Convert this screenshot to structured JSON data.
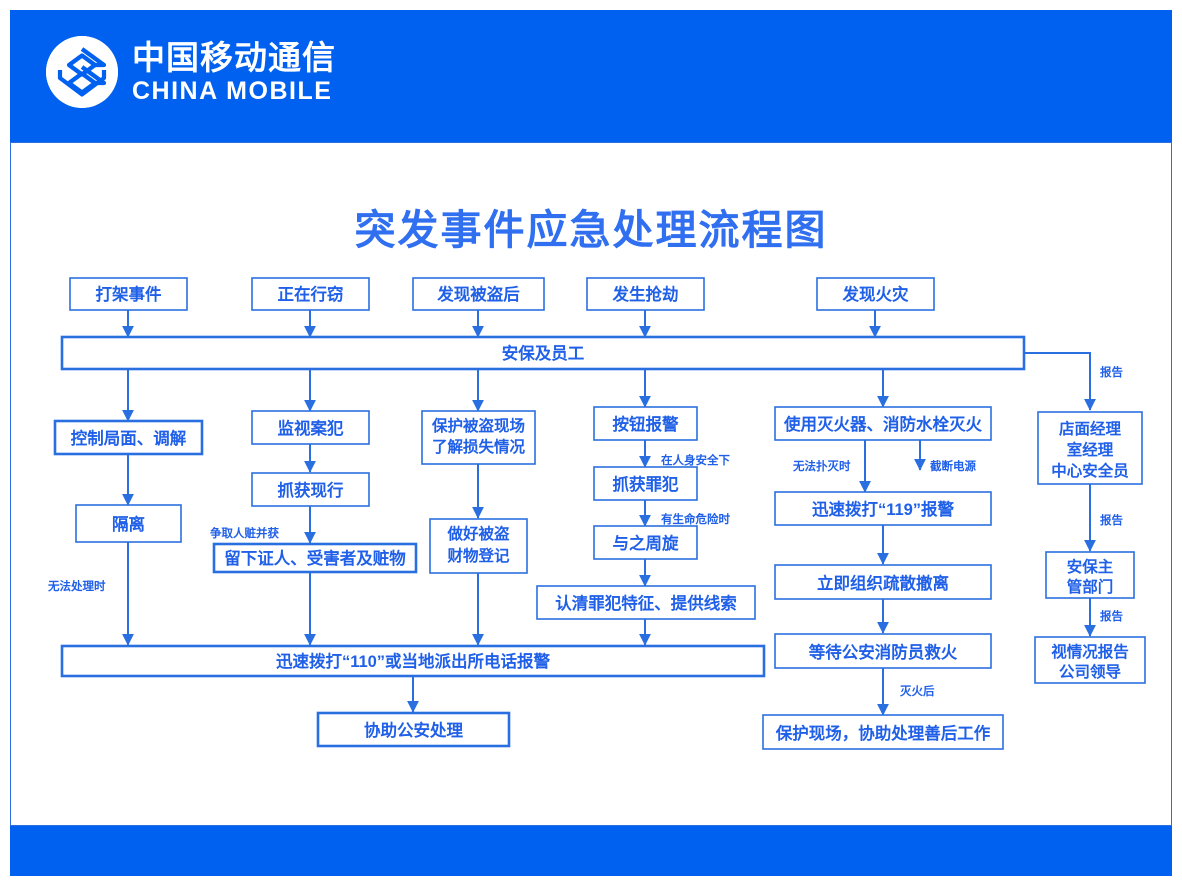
{
  "brand": {
    "name_cn": "中国移动通信",
    "name_en": "CHINA MOBILE",
    "logo_icon": "china-mobile-logo-icon",
    "band_color": "#0060f0"
  },
  "title": "突发事件应急处理流程图",
  "accent_color": "#2060e8",
  "chart_data": {
    "type": "diagram",
    "title": "突发事件应急处理流程图",
    "nodes": [
      {
        "id": "n1",
        "label": "打架事件"
      },
      {
        "id": "n2",
        "label": "正在行窃"
      },
      {
        "id": "n3",
        "label": "发现被盗后"
      },
      {
        "id": "n4",
        "label": "发生抢劫"
      },
      {
        "id": "n5",
        "label": "发现火灾"
      },
      {
        "id": "hub",
        "label": "安保及员工"
      },
      {
        "id": "a1",
        "label": "控制局面、调解"
      },
      {
        "id": "a2",
        "label": "隔离"
      },
      {
        "id": "b1",
        "label": "监视案犯"
      },
      {
        "id": "b2",
        "label": "抓获现行"
      },
      {
        "id": "b3",
        "label": "留下证人、受害者及赃物"
      },
      {
        "id": "c1",
        "label": "保护被盗现场\n了解损失情况",
        "line1": "保护被盗现场",
        "line2": "了解损失情况"
      },
      {
        "id": "c2",
        "label": "做好被盗\n财物登记",
        "line1": "做好被盗",
        "line2": "财物登记"
      },
      {
        "id": "d1",
        "label": "按钮报警"
      },
      {
        "id": "d2",
        "label": "抓获罪犯"
      },
      {
        "id": "d3",
        "label": "与之周旋"
      },
      {
        "id": "d4",
        "label": "认清罪犯特征、提供线索"
      },
      {
        "id": "e1",
        "label": "使用灭火器、消防水栓灭火"
      },
      {
        "id": "e2",
        "label": "迅速拨打“119”报警"
      },
      {
        "id": "e3",
        "label": "立即组织疏散撤离"
      },
      {
        "id": "e4",
        "label": "等待公安消防员救火"
      },
      {
        "id": "e5",
        "label": "保护现场，协助处理善后工作"
      },
      {
        "id": "f1",
        "label": "店面经理\n室经理\n中心安全员",
        "line1": "店面经理",
        "line2": "室经理",
        "line3": "中心安全员"
      },
      {
        "id": "f2",
        "label": "安保主\n管部门",
        "line1": "安保主",
        "line2": "管部门"
      },
      {
        "id": "f3",
        "label": "视情况报告\n公司领导",
        "line1": "视情况报告",
        "line2": "公司领导"
      },
      {
        "id": "g1",
        "label": "迅速拨打“110”或当地派出所电话报警"
      },
      {
        "id": "g2",
        "label": "协助公安处理"
      }
    ],
    "edge_labels": [
      {
        "id": "el1",
        "text": "报告",
        "from": "hub",
        "to": "f1"
      },
      {
        "id": "el2",
        "text": "报告",
        "from": "f1",
        "to": "f2"
      },
      {
        "id": "el3",
        "text": "报告",
        "from": "f2",
        "to": "f3"
      },
      {
        "id": "el4",
        "text": "无法处理时",
        "from": "a2",
        "to": "g1"
      },
      {
        "id": "el5",
        "text": "争取人赃并获",
        "from": "b2",
        "to": "b3"
      },
      {
        "id": "el6",
        "text": "在人身安全下",
        "from": "d1",
        "to": "d2"
      },
      {
        "id": "el7",
        "text": "有生命危险时",
        "from": "d2",
        "to": "d3"
      },
      {
        "id": "el8",
        "text": "无法扑灭时",
        "from": "e1",
        "to": "e2"
      },
      {
        "id": "el9",
        "text": "截断电源",
        "from": "e1",
        "to": "e2"
      },
      {
        "id": "el10",
        "text": "灭火后",
        "from": "e4",
        "to": "e5"
      }
    ],
    "edges": [
      {
        "from": "n1",
        "to": "hub"
      },
      {
        "from": "n2",
        "to": "hub"
      },
      {
        "from": "n3",
        "to": "hub"
      },
      {
        "from": "n4",
        "to": "hub"
      },
      {
        "from": "n5",
        "to": "hub"
      },
      {
        "from": "hub",
        "to": "a1"
      },
      {
        "from": "hub",
        "to": "b1"
      },
      {
        "from": "hub",
        "to": "c1"
      },
      {
        "from": "hub",
        "to": "d1"
      },
      {
        "from": "hub",
        "to": "e1"
      },
      {
        "from": "hub",
        "to": "f1"
      },
      {
        "from": "a1",
        "to": "a2"
      },
      {
        "from": "a2",
        "to": "g1"
      },
      {
        "from": "b1",
        "to": "b2"
      },
      {
        "from": "b2",
        "to": "b3"
      },
      {
        "from": "b3",
        "to": "g1"
      },
      {
        "from": "c1",
        "to": "c2"
      },
      {
        "from": "c2",
        "to": "g1"
      },
      {
        "from": "d1",
        "to": "d2"
      },
      {
        "from": "d2",
        "to": "d3"
      },
      {
        "from": "d3",
        "to": "d4"
      },
      {
        "from": "d4",
        "to": "g1"
      },
      {
        "from": "e1",
        "to": "e2"
      },
      {
        "from": "e2",
        "to": "e3"
      },
      {
        "from": "e3",
        "to": "e4"
      },
      {
        "from": "e4",
        "to": "e5"
      },
      {
        "from": "f1",
        "to": "f2"
      },
      {
        "from": "f2",
        "to": "f3"
      },
      {
        "from": "g1",
        "to": "g2"
      }
    ]
  }
}
